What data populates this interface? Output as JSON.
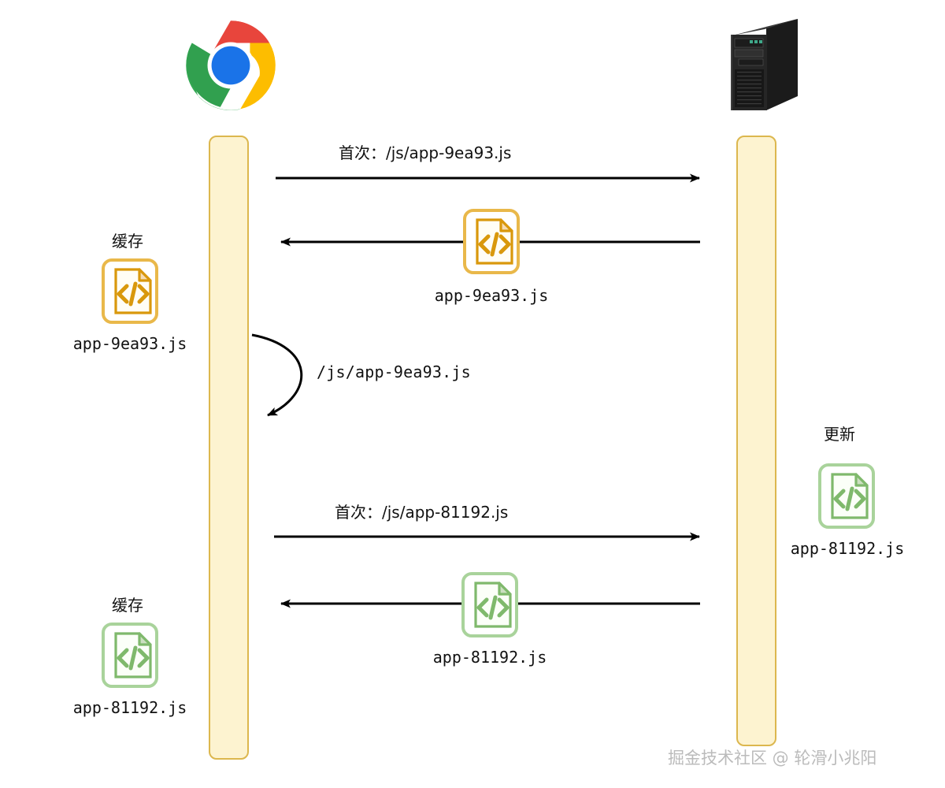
{
  "diagram": {
    "type": "sequence-diagram",
    "title_visible": false,
    "background": "#ffffff",
    "lifeline_fill": "#fdf3d0",
    "lifeline_stroke": "#dcb74e",
    "arrow_color": "#000000",
    "icon_orange": "#e0a615",
    "icon_green": "#8cc07d"
  },
  "actors": {
    "client": {
      "icon": "chrome-logo",
      "colors": {
        "red": "#e8453c",
        "yellow": "#fdbd00",
        "green": "#34a853",
        "blue": "#1a73e8",
        "white": "#ffffff"
      }
    },
    "server": {
      "icon": "server-tower",
      "colors": {
        "body": "#2b2b2b",
        "side": "#1a1a1a",
        "accent": "#4a4a4a",
        "led": "#3fa98a"
      }
    }
  },
  "messages": [
    {
      "id": "req-1",
      "label": "首次：/js/app-9ea93.js",
      "direction": "client-to-server"
    },
    {
      "id": "res-1",
      "label": "",
      "direction": "server-to-client",
      "payload_icon": "code-file-icon-orange",
      "payload_label": "app-9ea93.js"
    },
    {
      "id": "self-1",
      "label": "/js/app-9ea93.js",
      "direction": "client-self-loop"
    },
    {
      "id": "req-2",
      "label": "首次：/js/app-81192.js",
      "direction": "client-to-server"
    },
    {
      "id": "res-2",
      "label": "",
      "direction": "server-to-client",
      "payload_icon": "code-file-icon-green",
      "payload_label": "app-81192.js"
    }
  ],
  "artifacts": {
    "cache_first": {
      "title": "缓存",
      "filename": "app-9ea93.js",
      "icon": "code-file-icon-orange",
      "color": "#e0a615"
    },
    "cache_second": {
      "title": "缓存",
      "filename": "app-81192.js",
      "icon": "code-file-icon-green",
      "color": "#8cc07d"
    },
    "server_update": {
      "title": "更新",
      "filename": "app-81192.js",
      "icon": "code-file-icon-green",
      "color": "#8cc07d"
    },
    "payload_first": {
      "filename": "app-9ea93.js",
      "icon": "code-file-icon-orange",
      "color": "#e0a615"
    },
    "payload_second": {
      "filename": "app-81192.js",
      "icon": "code-file-icon-green",
      "color": "#8cc07d"
    }
  },
  "watermark": {
    "text": "掘金技术社区 @ 轮滑小兆阳"
  }
}
